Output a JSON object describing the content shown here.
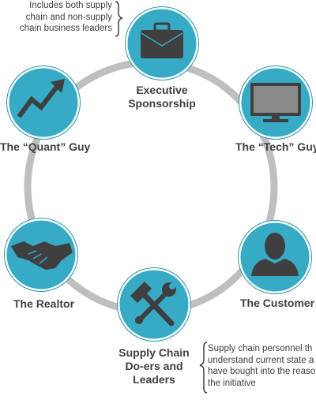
{
  "colors": {
    "ring": "#bfbfbf",
    "node_fill": "#37aac5",
    "node_border": "#ffffff",
    "node_outline": "#2a93ad",
    "icon": "#3f3f3f",
    "text": "#404040"
  },
  "nodes": [
    {
      "id": "executive",
      "label_lines": [
        "Executive",
        "Sponsorship"
      ],
      "icon": "briefcase-icon"
    },
    {
      "id": "tech",
      "label_lines": [
        "The “Tech” Guy"
      ],
      "icon": "monitor-icon"
    },
    {
      "id": "customer",
      "label_lines": [
        "The Customer"
      ],
      "icon": "person-icon"
    },
    {
      "id": "supply",
      "label_lines": [
        "Supply Chain",
        "Do-ers and",
        "Leaders"
      ],
      "icon": "wrench-hammer-icon"
    },
    {
      "id": "realtor",
      "label_lines": [
        "The Realtor"
      ],
      "icon": "handshake-icon"
    },
    {
      "id": "quant",
      "label_lines": [
        "The “Quant” Guy"
      ],
      "icon": "trend-arrow-icon"
    }
  ],
  "notes": {
    "top": [
      "Includes both supply",
      "chain and non-supply",
      "chain business leaders"
    ],
    "bottom": [
      "Supply chain personnel th",
      "understand current state a",
      "have bought into the reaso",
      "the initiative"
    ]
  }
}
